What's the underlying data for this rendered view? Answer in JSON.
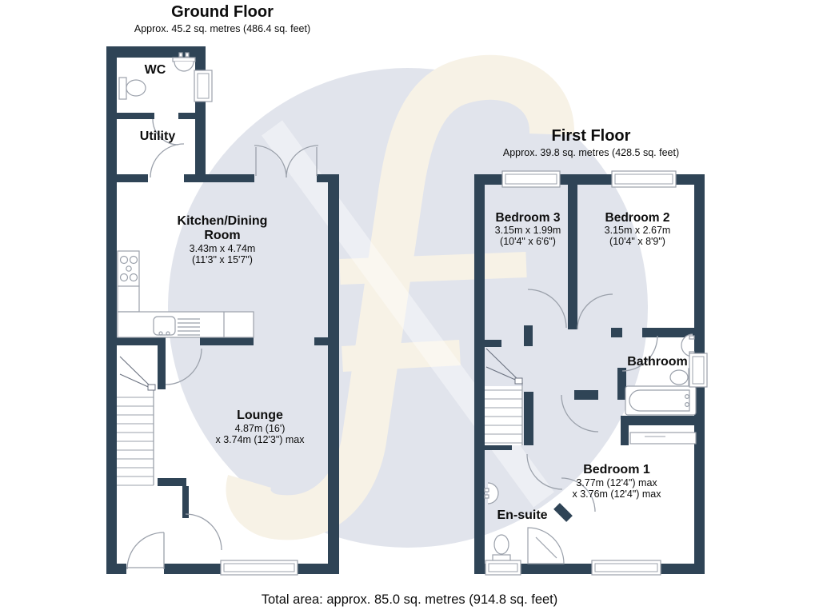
{
  "colors": {
    "wall": "#2f4456",
    "fixture_line": "#9ba1ab",
    "watermark_circle": "#e1e4ec",
    "watermark_letter": "#f7f2e6",
    "text": "#0d0d0d",
    "background": "#ffffff"
  },
  "ground_floor": {
    "title": "Ground Floor",
    "subtitle": "Approx. 45.2 sq. metres (486.4 sq. feet)",
    "rooms": {
      "wc": {
        "name": "WC"
      },
      "utility": {
        "name": "Utility"
      },
      "kitchen": {
        "name_line1": "Kitchen/Dining",
        "name_line2": "Room",
        "dims_metric": "3.43m x 4.74m",
        "dims_imperial": "(11'3\" x 15'7\")"
      },
      "lounge": {
        "name": "Lounge",
        "dims_line1": "4.87m (16')",
        "dims_line2": "x 3.74m (12'3\") max"
      }
    }
  },
  "first_floor": {
    "title": "First Floor",
    "subtitle": "Approx. 39.8 sq. metres (428.5 sq. feet)",
    "rooms": {
      "bedroom3": {
        "name": "Bedroom 3",
        "dims_metric": "3.15m x 1.99m",
        "dims_imperial": "(10'4\" x 6'6\")"
      },
      "bedroom2": {
        "name": "Bedroom 2",
        "dims_metric": "3.15m x 2.67m",
        "dims_imperial": "(10'4\" x 8'9\")"
      },
      "bathroom": {
        "name": "Bathroom"
      },
      "bedroom1": {
        "name": "Bedroom 1",
        "dims_line1": "3.77m (12'4\") max",
        "dims_line2": "x 3.76m (12'4\") max"
      },
      "ensuite": {
        "name": "En-suite"
      }
    }
  },
  "footer": {
    "total_area": "Total area: approx. 85.0 sq. metres (914.8 sq. feet)"
  }
}
